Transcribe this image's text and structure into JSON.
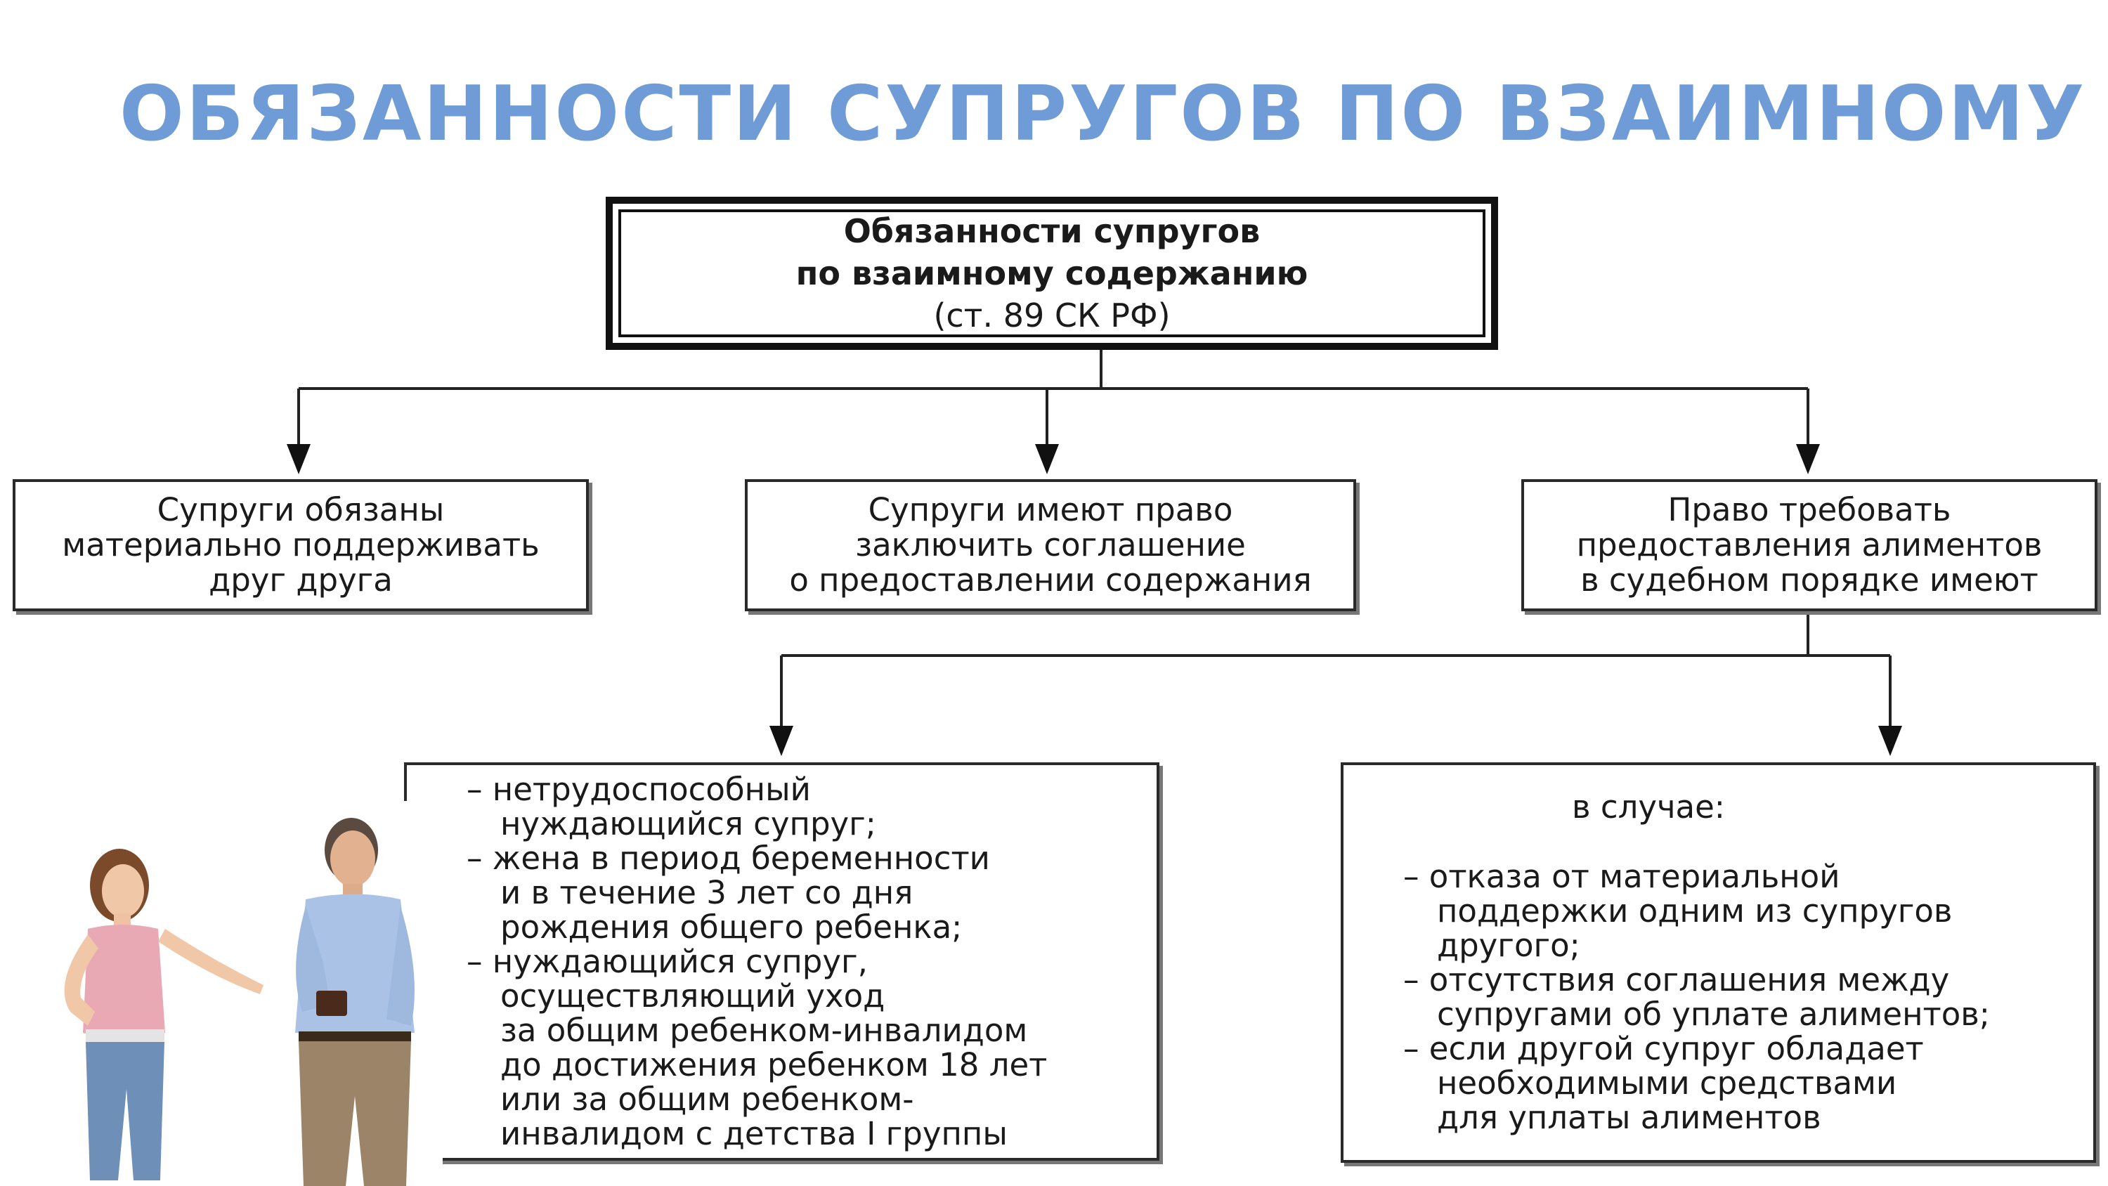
{
  "slide": {
    "title": "ОБЯЗАННОСТИ СУПРУГОВ ПО ВЗАИМНОМУ"
  },
  "diagram": {
    "root": {
      "line1": "Обязанности супругов",
      "line2": "по взаимному содержанию",
      "line3": "(ст. 89 СК РФ)"
    },
    "left_box": [
      "Супруги обязаны",
      "материально поддерживать",
      "друг друга"
    ],
    "middle_box": [
      "Супруги имеют право",
      "заключить соглашение",
      "о предоставлении содержания"
    ],
    "right_box": [
      "Право требовать",
      "предоставления алиментов",
      "в судебном порядке имеют"
    ],
    "bottom_left": [
      "– нетрудоспособный",
      "  нуждающийся супруг;",
      "– жена в период беременности",
      "  и в течение 3 лет со дня",
      "  рождения общего ребенка;",
      "– нуждающийся супруг,",
      "  осуществляющий уход",
      "  за общим ребенком-инвалидом",
      "  до достижения ребенком 18 лет",
      "  или за общим ребенком-",
      "  инвалидом с детства I группы"
    ],
    "bottom_right_heading": "в случае:",
    "bottom_right": [
      "– отказа от материальной",
      "  поддержки одним из супругов",
      "  другого;",
      "– отсутствия соглашения между",
      "  супругами об уплате алиментов;",
      "– если другой супруг обладает",
      "  необходимыми средствами",
      "  для уплаты алиментов"
    ]
  },
  "colors": {
    "title": "#6f9bd6",
    "border": "#2a2a2a"
  },
  "illustration": {
    "icon": "couple-illustration-icon"
  }
}
